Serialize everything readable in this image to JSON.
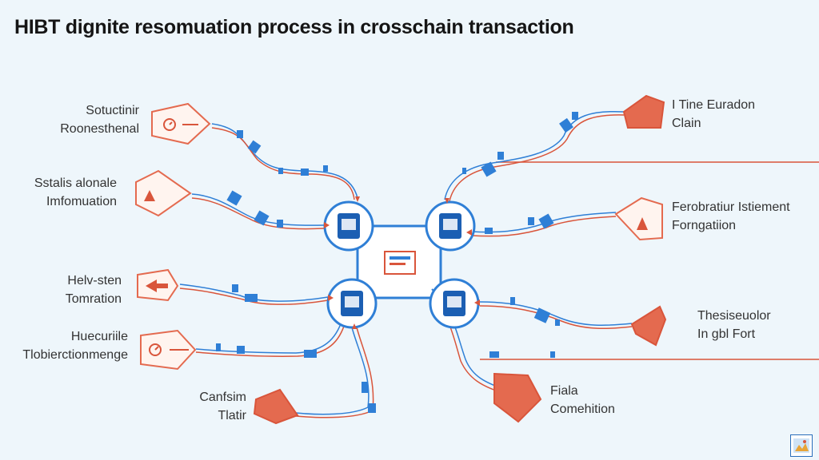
{
  "title": "HIBT dignite resomuation process in crosschain transaction",
  "colors": {
    "blue": "#2f7fd6",
    "blue_dark": "#1c5fb3",
    "red": "#d9553b",
    "red_fill": "#e46a4f",
    "background": "#eef6fb"
  },
  "left_nodes": [
    {
      "line1": "Sotuctinir",
      "line2": "Roonesthenal",
      "icon": "clock-icon"
    },
    {
      "line1": "Sstalis alonale",
      "line2": "Imfomuation",
      "icon": "warning-icon"
    },
    {
      "line1": "Helv-sten",
      "line2": "Tomration",
      "icon": "arrow-icon"
    },
    {
      "line1": "Huecuriile",
      "line2": "Tlobierctionmenge",
      "icon": "clock-icon"
    },
    {
      "line1": "Canfsim",
      "line2": "Tlatir",
      "icon": "blank"
    }
  ],
  "right_nodes": [
    {
      "line1": "I Tine Euradon",
      "line2": "Clain",
      "icon": "blank"
    },
    {
      "line1": "Ferobratiur Istiement",
      "line2": "Forngatiion",
      "icon": "warning-icon"
    },
    {
      "line1": "Thesiseuolor",
      "line2": "In gbl Fort",
      "icon": "blank"
    },
    {
      "line1": "Fiala",
      "line2": "Comehition",
      "icon": "blank"
    }
  ],
  "center_icons": [
    "document-icon",
    "document-icon",
    "document-icon",
    "document-icon",
    "envelope-icon"
  ]
}
